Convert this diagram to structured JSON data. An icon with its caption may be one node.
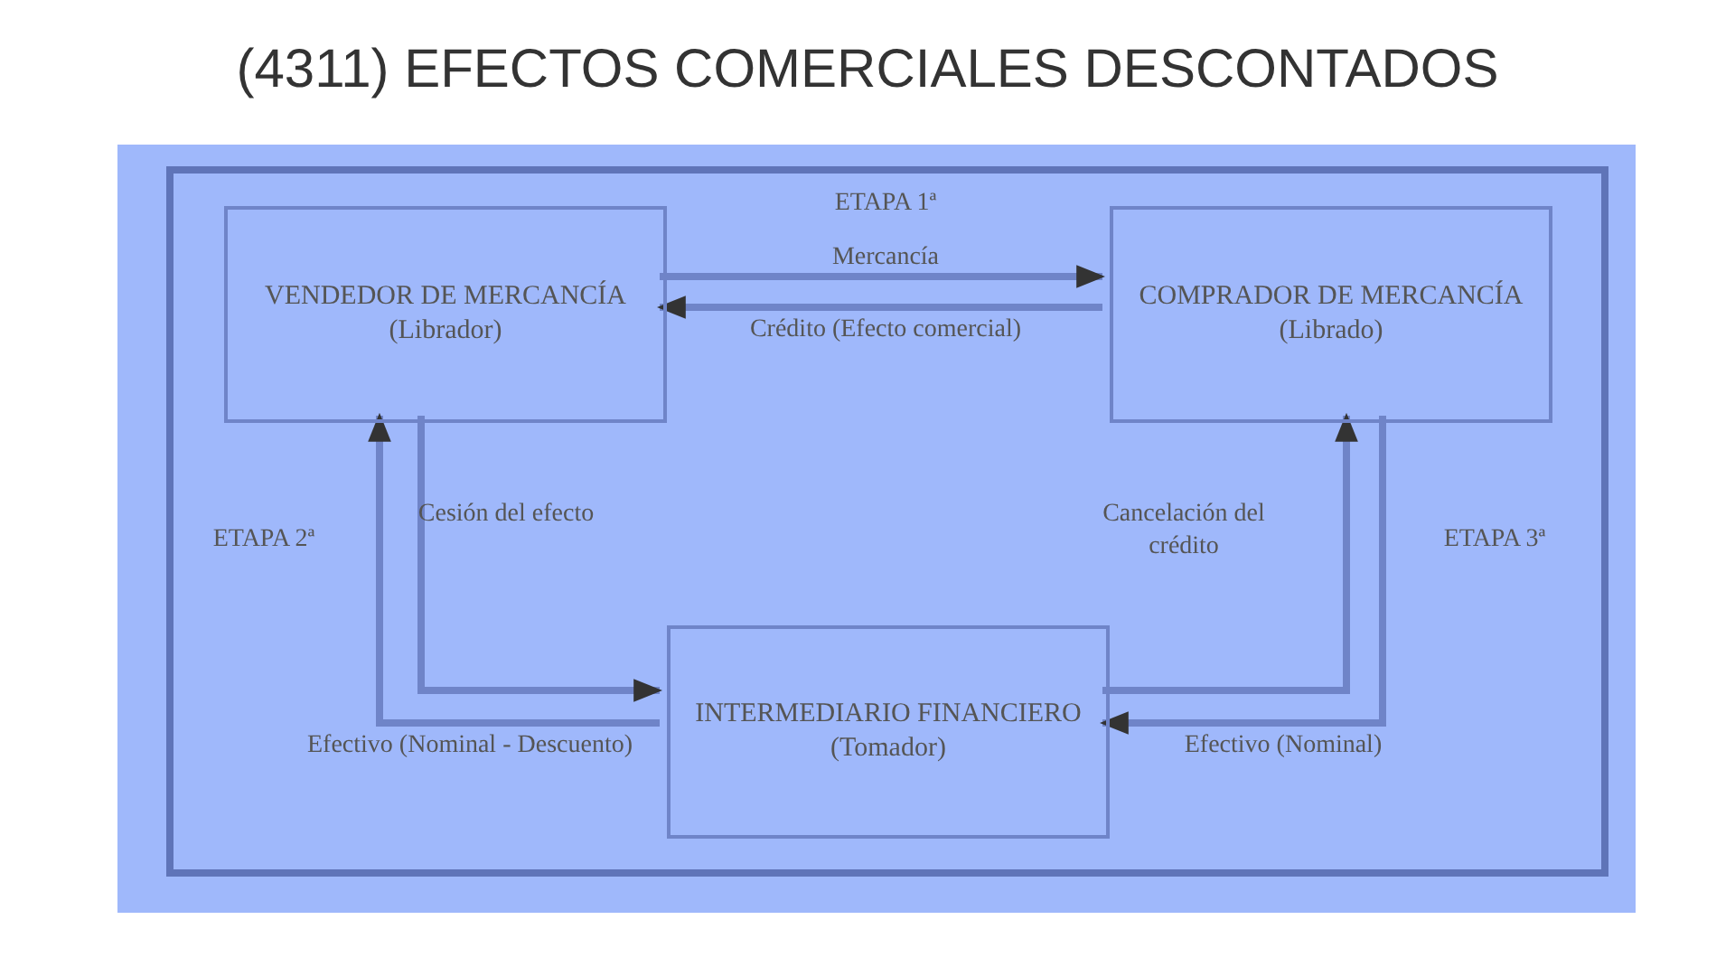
{
  "diagram": {
    "title": "(4311) EFECTOS COMERCIALES  DESCONTADOS",
    "nodes": [
      {
        "text": [],
        "shape": "box"
      },
      {
        "text": [
          "VENDEDOR DE MERCANCÍA (Librador)"
        ],
        "in": 0
      },
      {
        "text": [
          "COMPRADOR DE MERCANCÍA (Librado)"
        ],
        "in": 0
      },
      {
        "text": [
          "INTERMEDIARIO FINANCIERO (Tomador)"
        ],
        "in": 0
      }
    ],
    "edges": [
      {
        "from": 1,
        "to": 2,
        "arrow": "to",
        "label": "Mercancía"
      },
      {
        "from": 2,
        "to": 1,
        "arrow": "to",
        "label": "Crédito (Efecto comercial)"
      },
      {
        "from": 1,
        "to": 3,
        "arrow": "to",
        "label": "Cesión del efecto"
      },
      {
        "from": 3,
        "to": 1,
        "arrow": "to",
        "label": "Efectivo (Nominal - Descuento)"
      },
      {
        "from": 3,
        "to": 2,
        "arrow": "to",
        "label": "Cancelación del crédito"
      },
      {
        "from": 2,
        "to": 3,
        "arrow": "to",
        "label": "Efectivo (Nominal)"
      }
    ],
    "labels": [
      "ETAPA 1ª",
      "ETAPA 2ª",
      "ETAPA 3ª"
    ]
  }
}
